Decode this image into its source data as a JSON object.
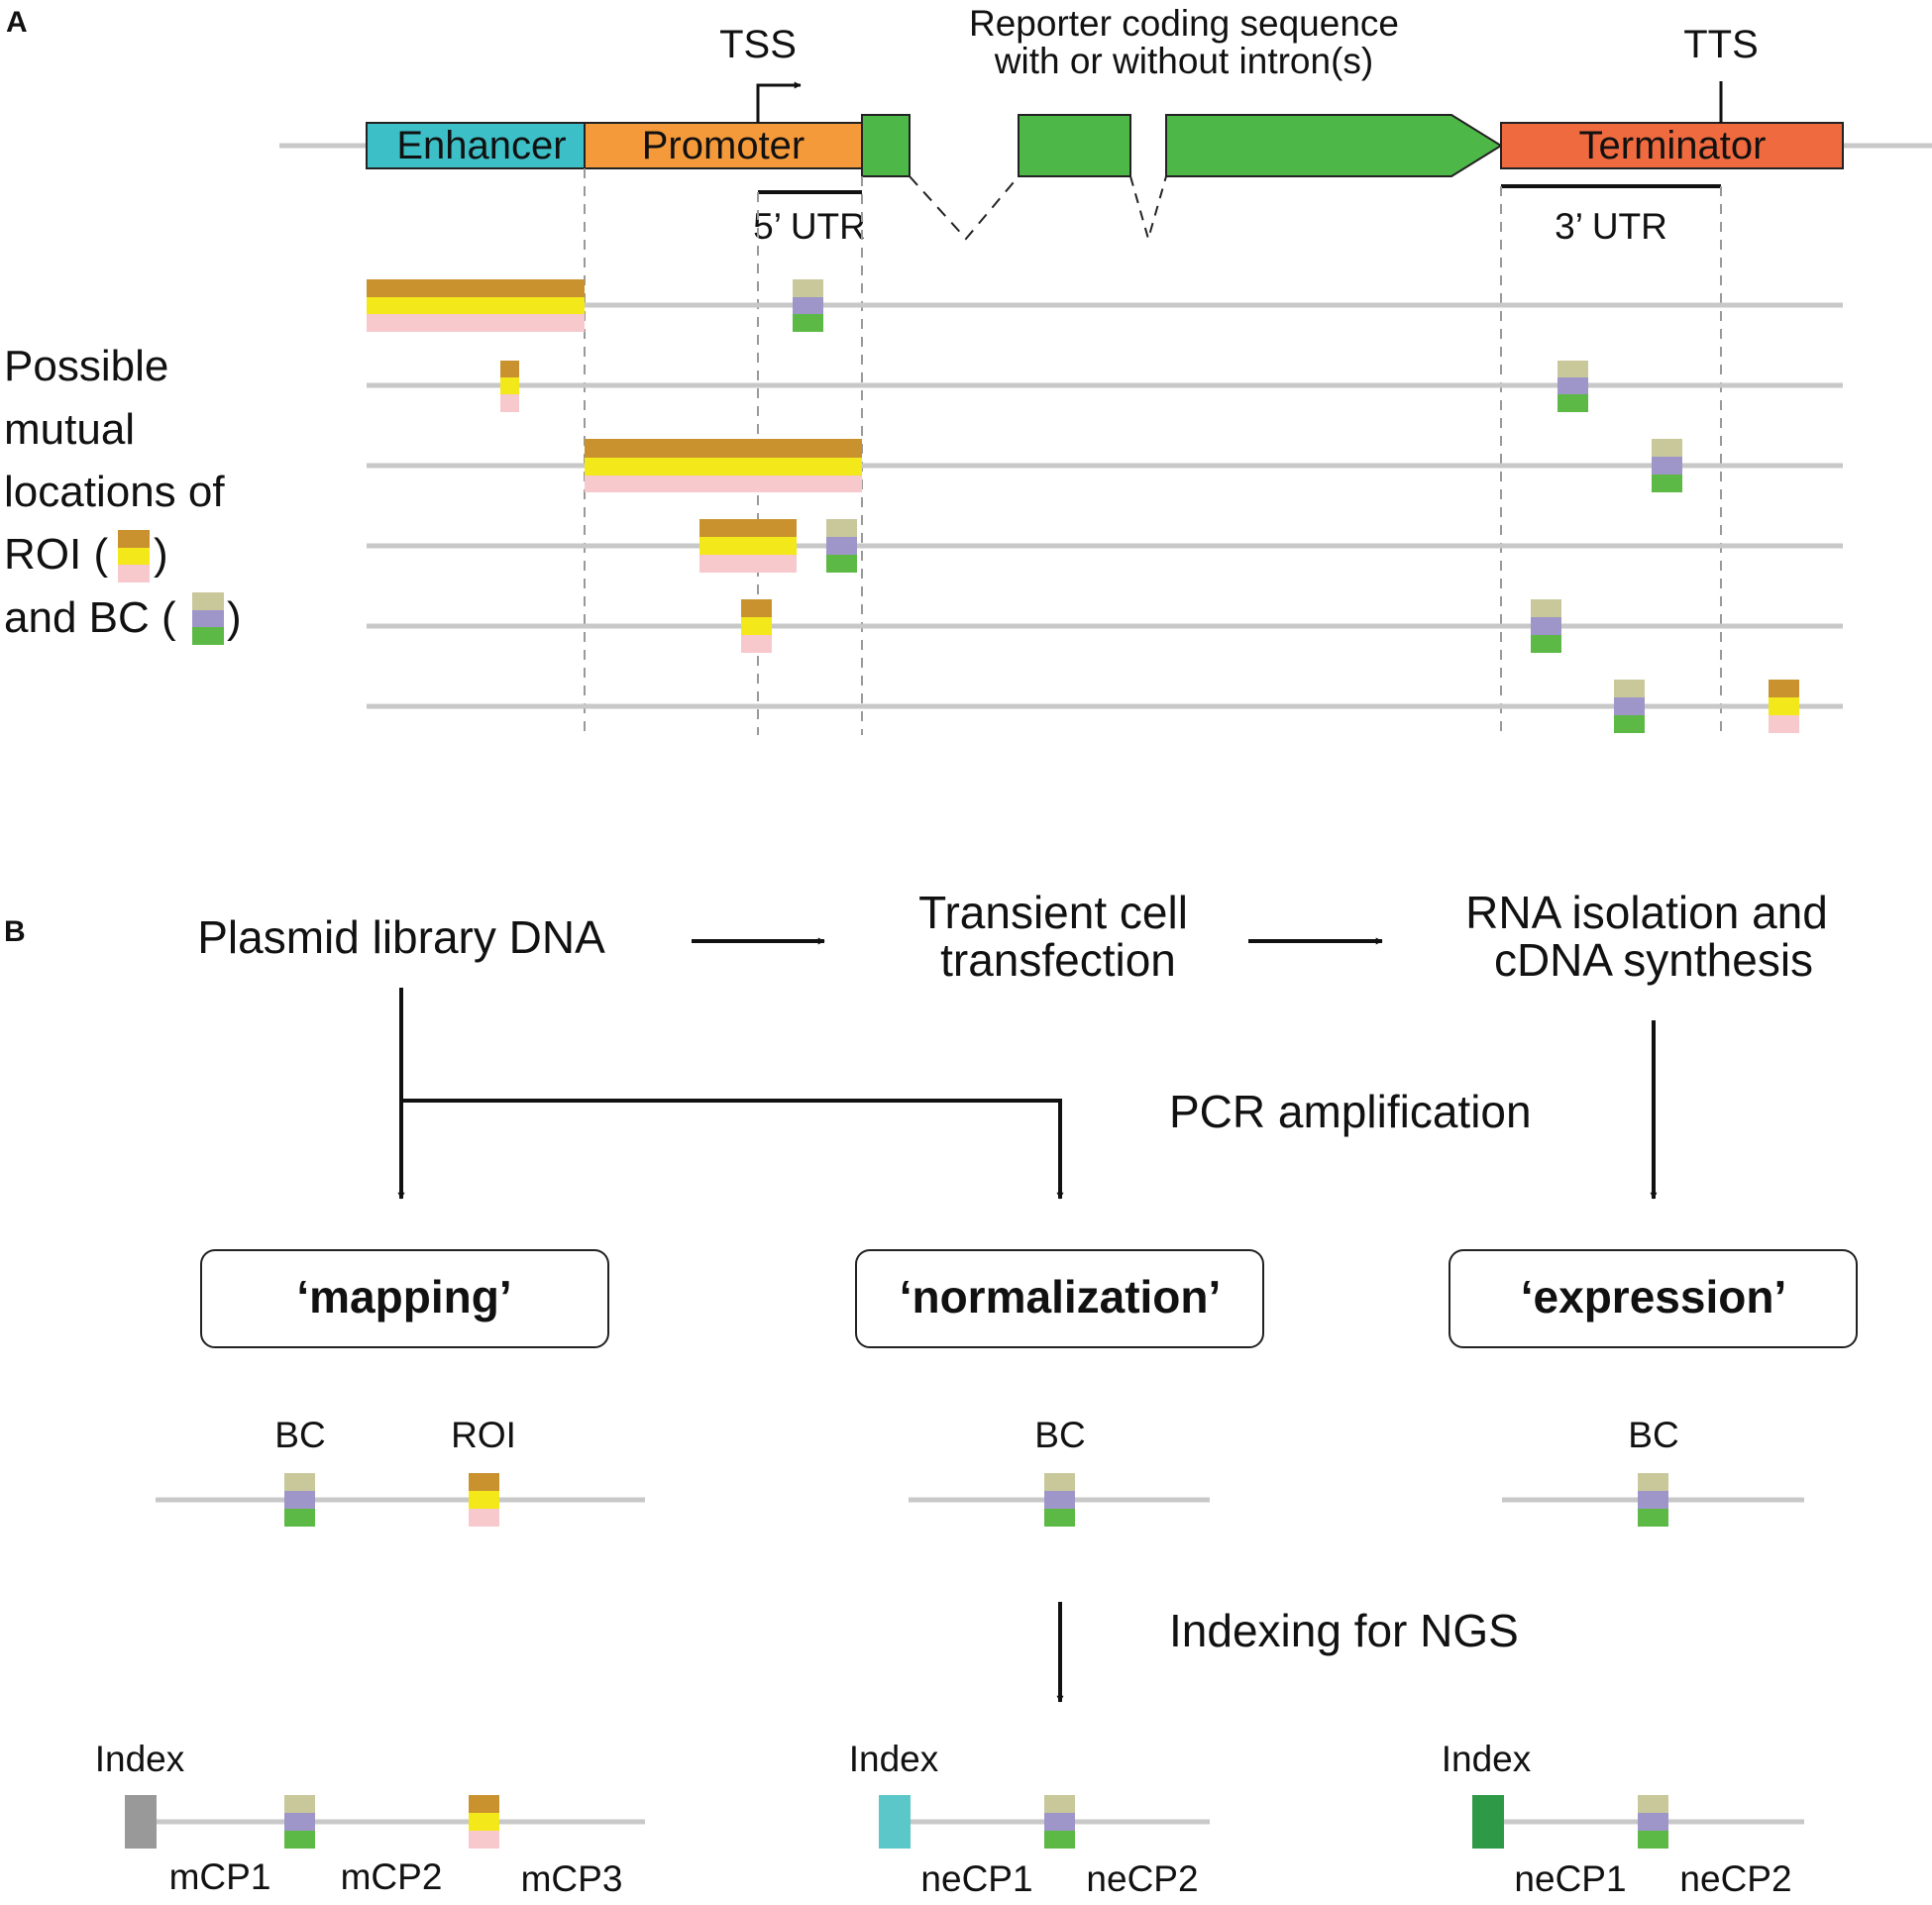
{
  "panel_a": {
    "panel_label": "A",
    "tss_label": "TSS",
    "tts_label": "TTS",
    "reporter_label_line1": "Reporter coding sequence",
    "reporter_label_line2": "with or without intron(s)",
    "enhancer_label": "Enhancer",
    "promoter_label": "Promoter",
    "terminator_label": "Terminator",
    "utr5_label": "5’ UTR",
    "utr3_label": "3’ UTR",
    "side_text": {
      "line1": "Possible",
      "line2": "mutual",
      "line3": "locations of",
      "line4_prefix": "ROI (",
      "line4_suffix": ")",
      "line5_prefix": "and BC (",
      "line5_suffix": ")"
    }
  },
  "panel_b": {
    "panel_label": "B",
    "step_plasmid": "Plasmid library DNA",
    "step_transfection_line1": "Transient cell",
    "step_transfection_line2": "transfection",
    "step_rna_line1": "RNA isolation and",
    "step_rna_line2": "cDNA synthesis",
    "pcr_label": "PCR amplification",
    "indexing_label": "Indexing for NGS",
    "box_mapping": "‘mapping’",
    "box_normalization": "‘normalization’",
    "box_expression": "‘expression’",
    "mapping_bc_label": "BC",
    "mapping_roi_label": "ROI",
    "normalization_bc_label": "BC",
    "expression_bc_label": "BC",
    "mapping_index_label": "Index",
    "normalization_index_label": "Index",
    "expression_index_label": "Index",
    "mapping_primers": [
      "mCP1",
      "mCP2",
      "mCP3"
    ],
    "normalization_primers": [
      "neCP1",
      "neCP2"
    ],
    "expression_primers": [
      "neCP1",
      "neCP2"
    ]
  },
  "colors": {
    "enhancer": "#3cbfc6",
    "promoter": "#f59a3a",
    "terminator": "#ef6a3f",
    "exon": "#4db848",
    "roi_top": "#c9922f",
    "roi_mid": "#f2e81a",
    "roi_bottom": "#f7c9cd",
    "bc_top": "#c9c89b",
    "bc_mid": "#9e96c9",
    "bc_bottom": "#5cb946",
    "strand": "#c8c8c8",
    "index_mapping": "#999999",
    "index_normalization": "#5cc7c9",
    "index_expression": "#2e9a48"
  }
}
